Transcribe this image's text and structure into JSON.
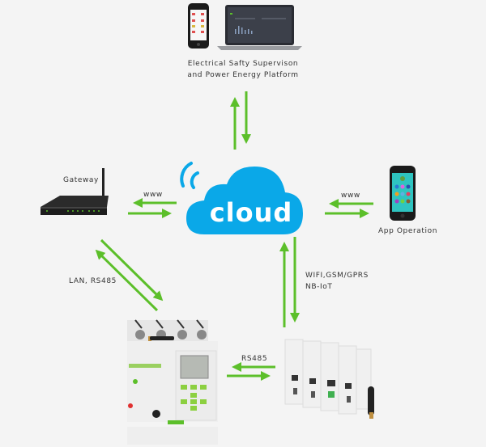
{
  "nodes": {
    "platform": {
      "label_line1": "Electrical Safty Supervison",
      "label_line2": "and Power Energy Platform"
    },
    "cloud": {
      "label": "cloud",
      "color": "#0aa8e8"
    },
    "gateway": {
      "label": "Gateway"
    },
    "app": {
      "label": "App Operation"
    },
    "breaker": {
      "label": ""
    },
    "modules": {
      "label": ""
    }
  },
  "links": {
    "gateway_cloud": {
      "label": "www"
    },
    "cloud_app": {
      "label": "www"
    },
    "gateway_breaker": {
      "label": "LAN, RS485"
    },
    "cloud_modules": {
      "label_line1": "WIFI,GSM/GPRS",
      "label_line2": "NB-IoT"
    },
    "breaker_modules": {
      "label": "RS485"
    },
    "cloud_platform": {
      "label": ""
    }
  },
  "colors": {
    "arrow": "#5cbf2a",
    "background": "#f4f4f4"
  }
}
